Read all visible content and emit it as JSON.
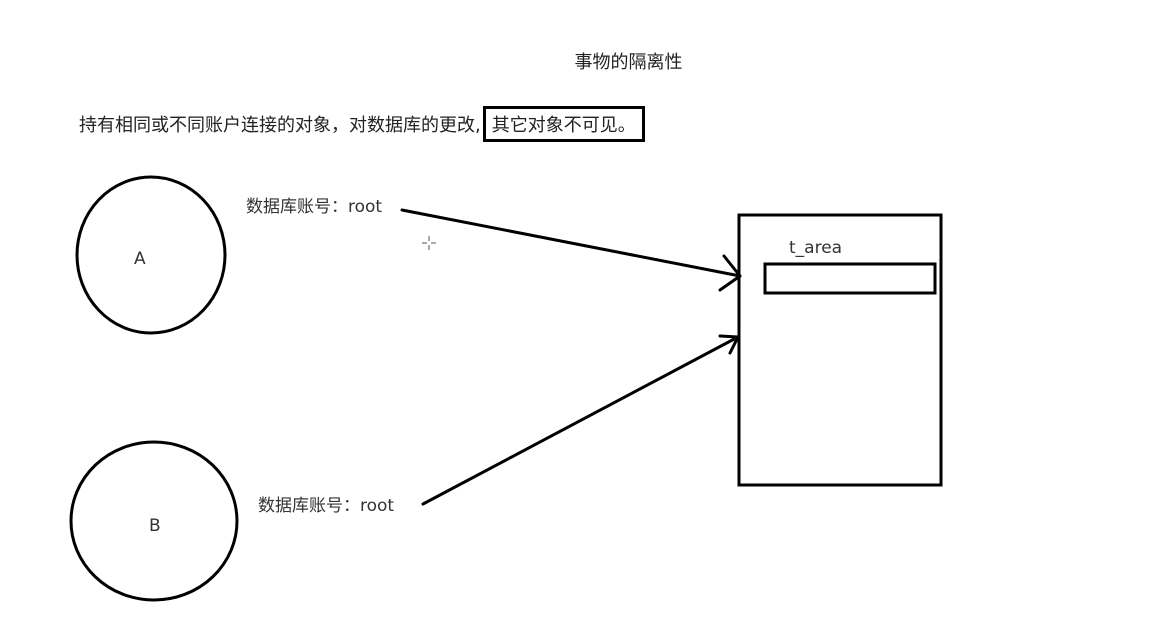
{
  "title": "事物的隔离性",
  "description": {
    "text": "持有相同或不同账户连接的对象，对数据库的更改,",
    "highlight": "其它对象不可见。"
  },
  "nodes": [
    {
      "label": "A",
      "account_label": "数据库账号：root"
    },
    {
      "label": "B",
      "account_label": "数据库账号：root"
    }
  ],
  "database": {
    "table_label": "t_area"
  },
  "colors": {
    "stroke": "#000000",
    "text": "#333333"
  },
  "icons": [
    "crosshair-cursor-icon"
  ]
}
